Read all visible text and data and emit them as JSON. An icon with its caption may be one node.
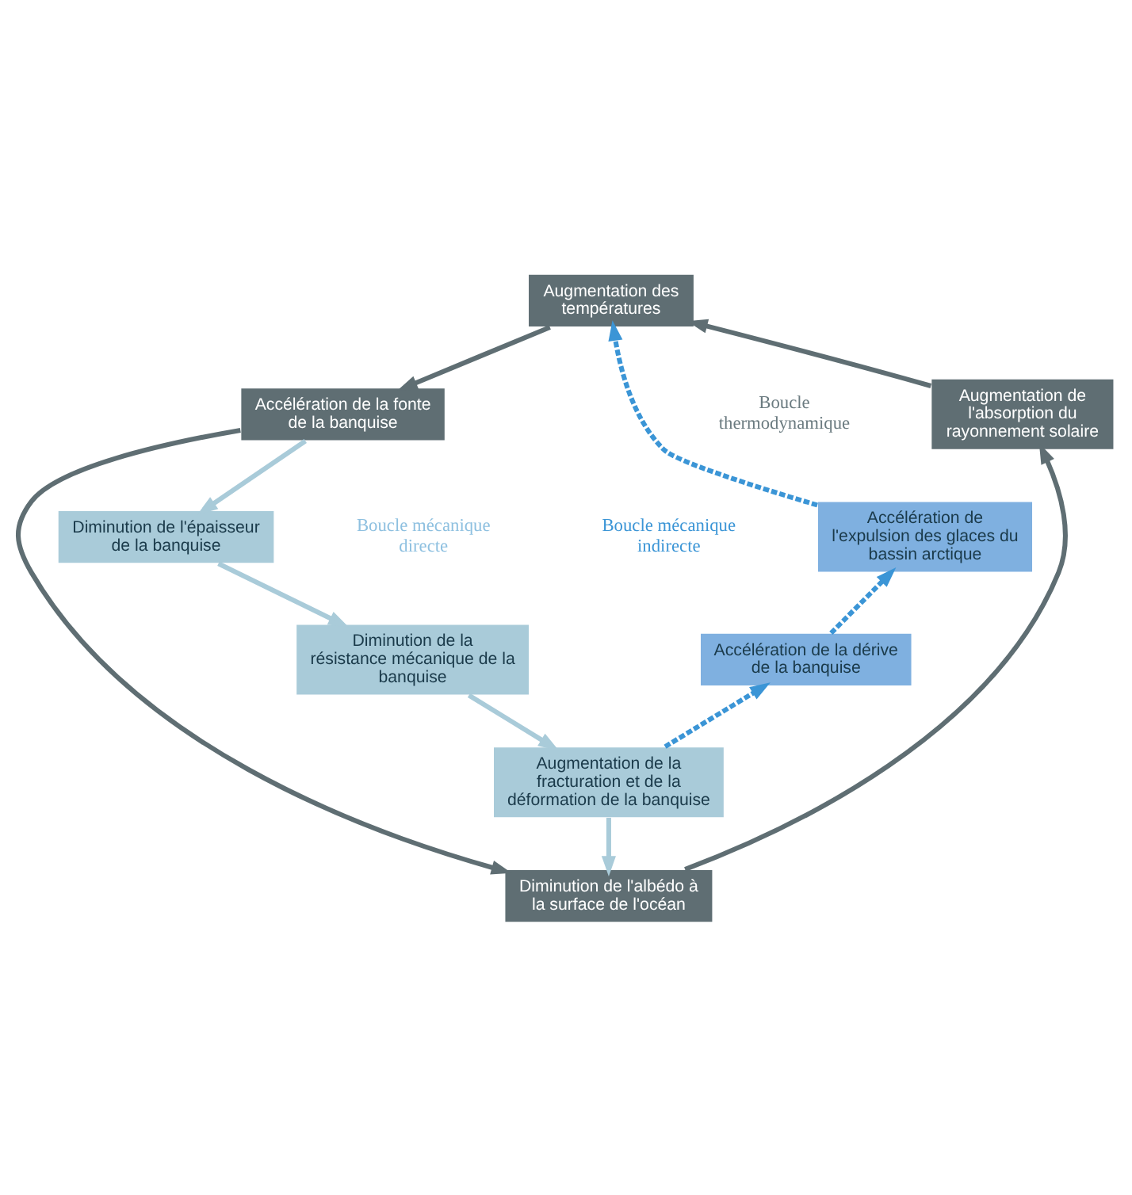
{
  "diagram": {
    "nodes": [
      {
        "text": [
          "Augmentation des températures"
        ]
      },
      {
        "text": [
          "Accélération de la fonte de la banquise"
        ]
      },
      {
        "text": [
          "Augmentation de l'absorption du rayonnement solaire"
        ]
      },
      {
        "text": [
          "Diminution de l'albédo à la surface de l'océan"
        ]
      },
      {
        "text": [
          "Diminution de l'épaisseur de la banquise"
        ]
      },
      {
        "text": [
          "Accélération de l'expulsion des glaces du bassin arctique"
        ]
      },
      {
        "text": [
          "Diminution de la résistance mécanique de la banquise"
        ]
      },
      {
        "text": [
          "Accélération de la dérive de la banquise"
        ]
      },
      {
        "text": [
          "Augmentation de la fracturation et de la déformation de la banquise"
        ]
      }
    ],
    "edges": [
      {
        "from": 0,
        "to": 1,
        "arrow": "to",
        "color": "#5f6e73"
      },
      {
        "from": 1,
        "to": 3,
        "arrow": "to",
        "color": "#5f6e73"
      },
      {
        "from": 3,
        "to": 2,
        "arrow": "to",
        "color": "#5f6e73"
      },
      {
        "from": 2,
        "to": 0,
        "arrow": "to",
        "color": "#5f6e73"
      },
      {
        "from": 1,
        "to": 4,
        "arrow": "to",
        "color": "#a9cbd9"
      },
      {
        "from": 4,
        "to": 6,
        "arrow": "to",
        "color": "#a9cbd9"
      },
      {
        "from": 6,
        "to": 8,
        "arrow": "to",
        "color": "#a9cbd9"
      },
      {
        "from": 8,
        "to": 3,
        "arrow": "to",
        "color": "#a9cbd9"
      },
      {
        "from": 8,
        "to": 7,
        "arrow": "to",
        "style": "dashed",
        "color": "#3b95d6"
      },
      {
        "from": 7,
        "to": 5,
        "arrow": "to",
        "style": "dashed",
        "color": "#3b95d6"
      },
      {
        "from": 5,
        "to": 0,
        "arrow": "to",
        "style": "dashed",
        "color": "#3b95d6"
      }
    ],
    "labels": [
      "Boucle thermodynamique",
      "Boucle mécanique directe",
      "Boucle mécanique indirecte"
    ]
  }
}
